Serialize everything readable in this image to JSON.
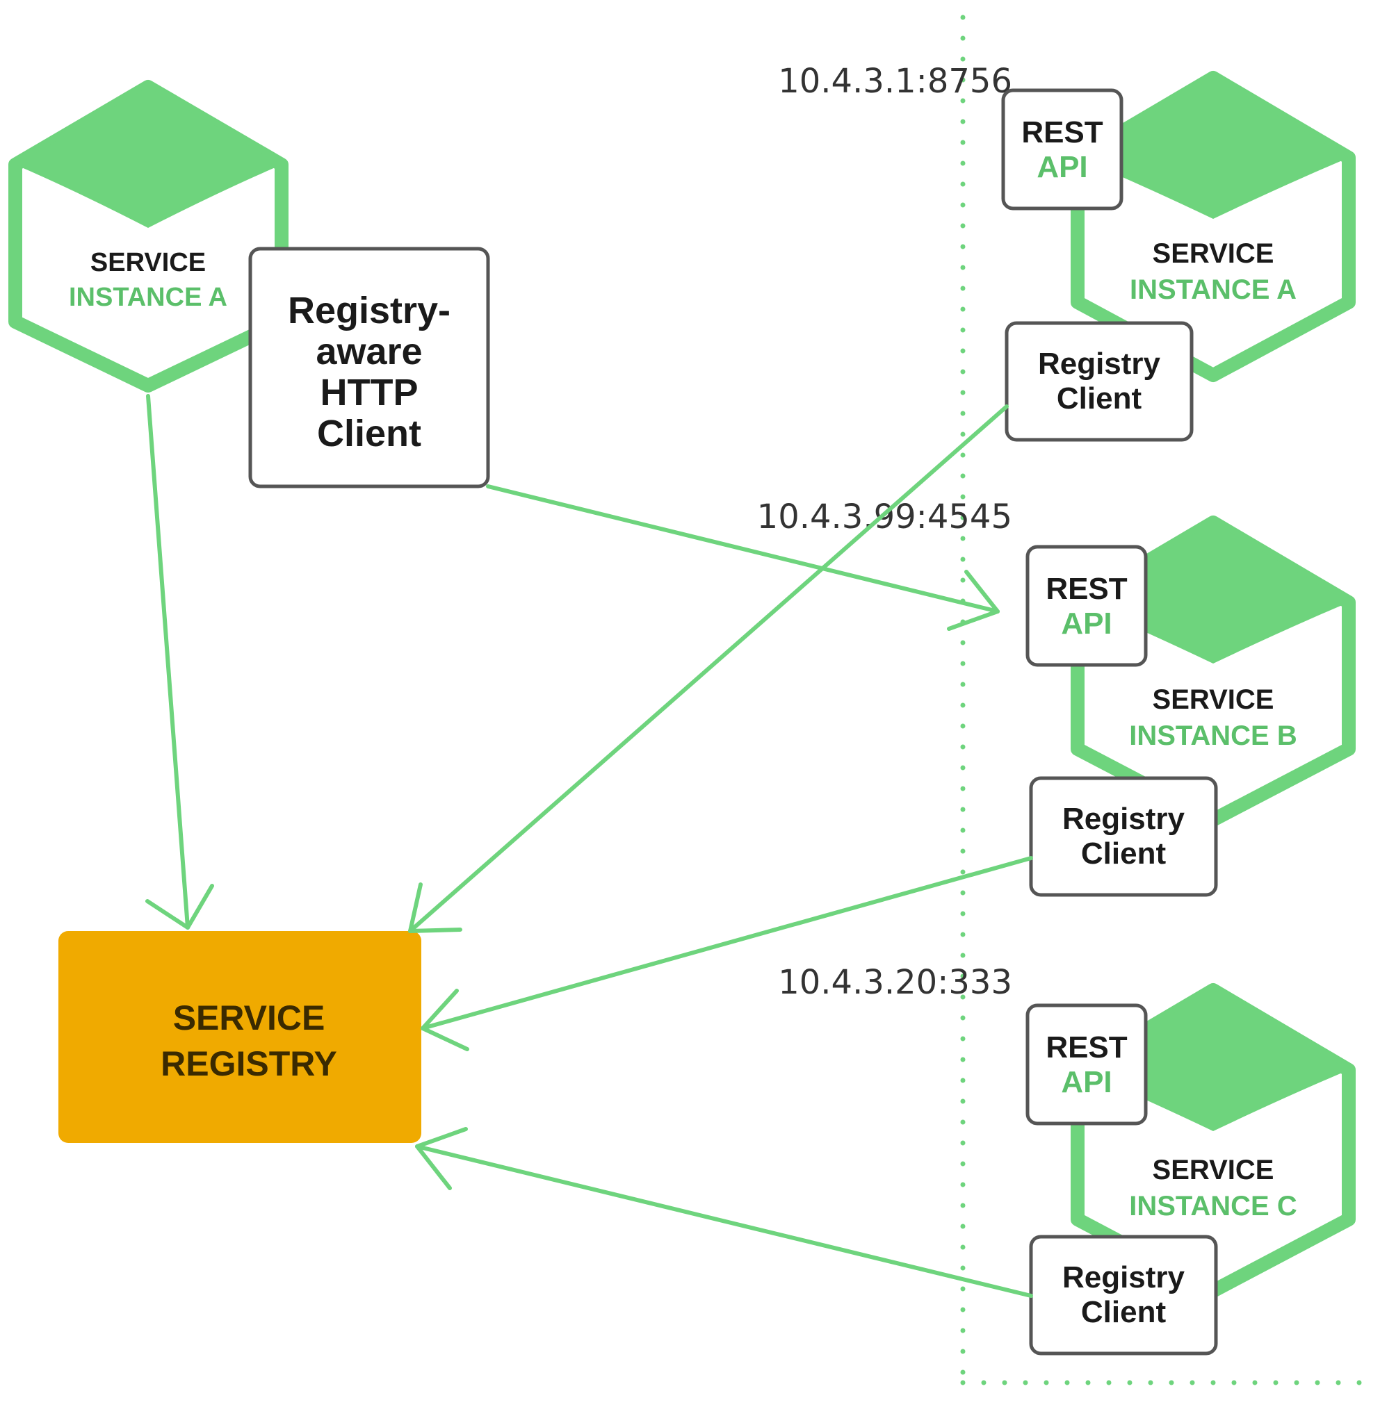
{
  "colors": {
    "green": "#6ed47d",
    "green_text": "#5bbf6a",
    "registry_fill": "#f0aa00",
    "box_stroke": "#555555",
    "dark_text": "#1a1a1a",
    "ip_text": "#333333"
  },
  "client_side": {
    "service_line1": "SERVICE",
    "service_line2": "INSTANCE A",
    "http_client": [
      "Registry-",
      "aware",
      "HTTP",
      "Client"
    ]
  },
  "registry": {
    "line1": "SERVICE",
    "line2": "REGISTRY"
  },
  "instances": [
    {
      "address": "10.4.3.1:8756",
      "rest_line1": "REST",
      "rest_line2": "API",
      "service_line1": "SERVICE",
      "service_line2": "INSTANCE A",
      "client_line1": "Registry",
      "client_line2": "Client"
    },
    {
      "address": "10.4.3.99:4545",
      "rest_line1": "REST",
      "rest_line2": "API",
      "service_line1": "SERVICE",
      "service_line2": "INSTANCE B",
      "client_line1": "Registry",
      "client_line2": "Client"
    },
    {
      "address": "10.4.3.20:333",
      "rest_line1": "REST",
      "rest_line2": "API",
      "service_line1": "SERVICE",
      "service_line2": "INSTANCE C",
      "client_line1": "Registry",
      "client_line2": "Client"
    }
  ]
}
